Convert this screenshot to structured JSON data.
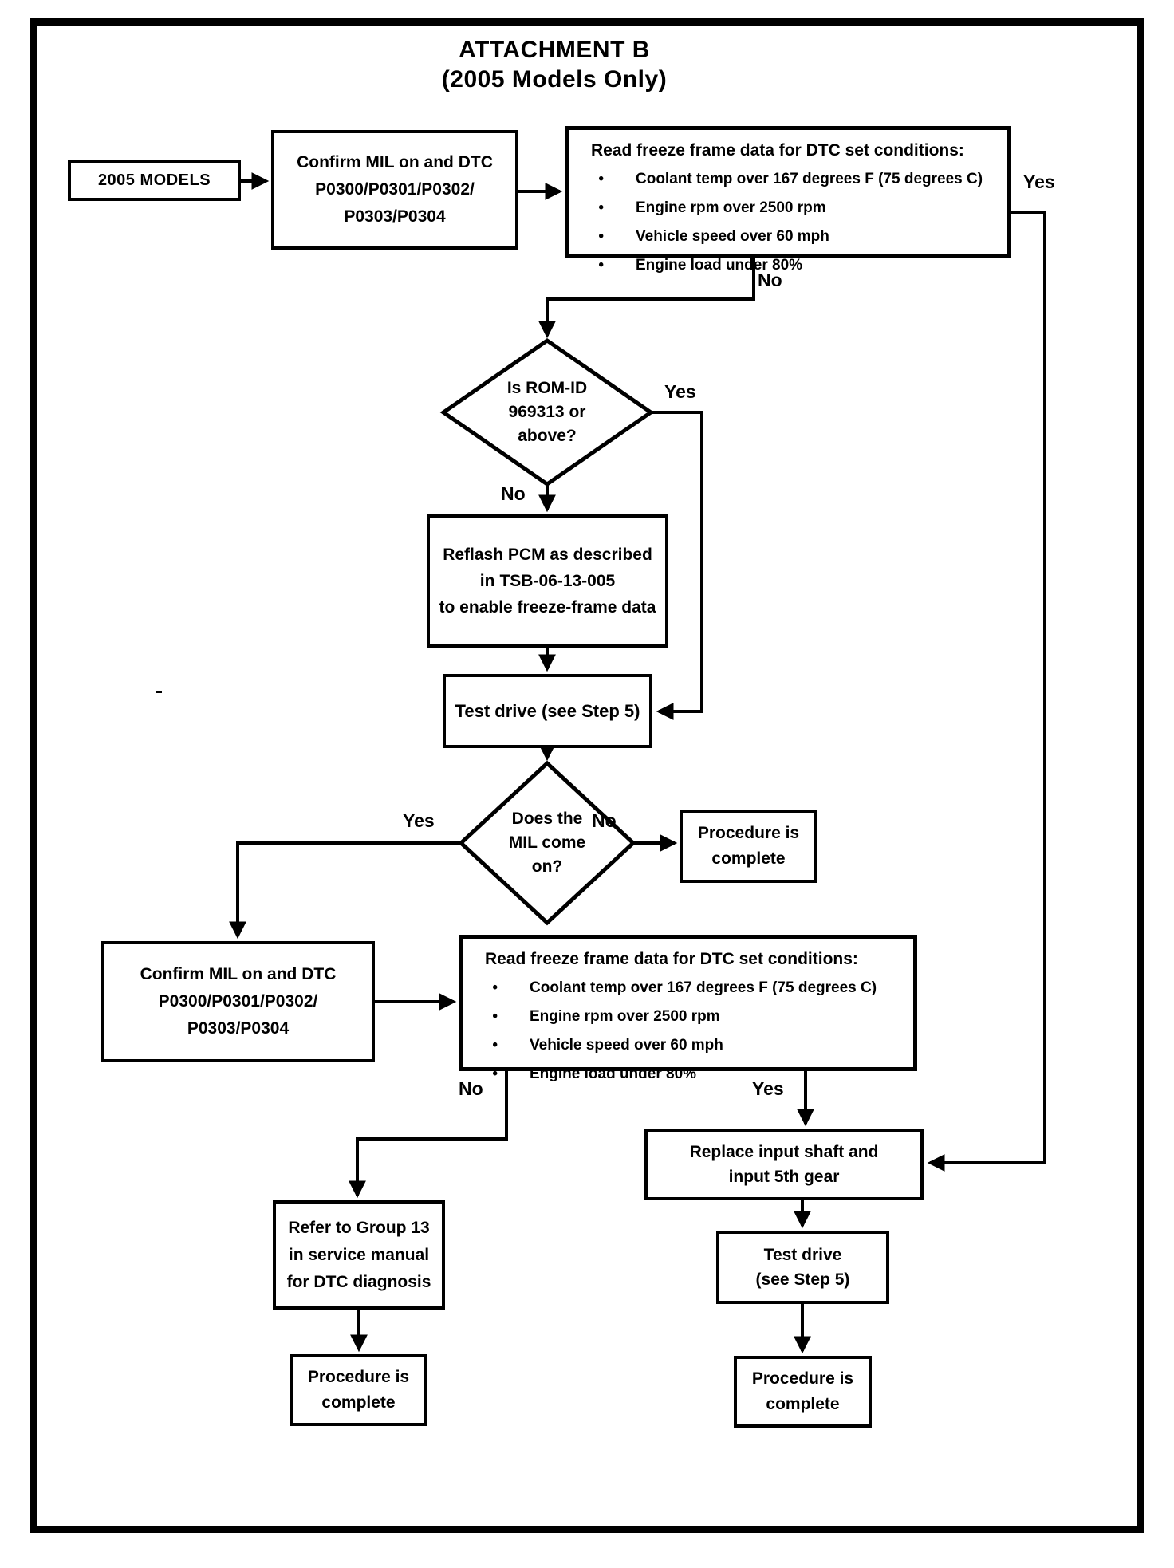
{
  "title": {
    "line1": "ATTACHMENT B",
    "line2": "(2005 Models Only)"
  },
  "glyphs": {
    "bullet": "•"
  },
  "colors": {
    "ink": "#000000",
    "paper": "#ffffff"
  },
  "nodes": {
    "start": {
      "label": "2005 MODELS"
    },
    "confirm1": {
      "line1": "Confirm MIL on and DTC",
      "line2": "P0300/P0301/P0302/",
      "line3": "P0303/P0304"
    },
    "freeze1": {
      "title": "Read freeze frame data for DTC set conditions:",
      "bullets": [
        "Coolant temp over 167 degrees F (75 degrees C)",
        "Engine rpm over 2500 rpm",
        "Vehicle speed over 60 mph",
        "Engine load under 80%"
      ]
    },
    "rom_id": {
      "line1": "Is ROM-ID",
      "line2": "969313 or",
      "line3": "above?"
    },
    "reflash": {
      "line1": "Reflash PCM as described",
      "line2_pre": "in",
      "line2_bold": "TSB-06-13-005",
      "line3": "to enable freeze-frame data"
    },
    "test_drive1": {
      "label": "Test drive (see Step 5)"
    },
    "mil": {
      "line1": "Does the",
      "line2": "MIL come",
      "line3": "on?"
    },
    "procedure1": {
      "line1": "Procedure is",
      "line2": "complete"
    },
    "confirm2": {
      "line1": "Confirm MIL on and DTC",
      "line2": "P0300/P0301/P0302/",
      "line3": "P0303/P0304"
    },
    "freeze2": {
      "title": "Read freeze frame data for DTC set conditions:",
      "bullets": [
        "Coolant temp over 167 degrees F (75 degrees C)",
        "Engine rpm over 2500 rpm",
        "Vehicle speed over 60 mph",
        "Engine load under 80%"
      ]
    },
    "replace": {
      "line1": "Replace input shaft and",
      "line2": "input 5th gear"
    },
    "refer": {
      "line1": "Refer to Group 13",
      "line2": "in service manual",
      "line3": "for DTC diagnosis"
    },
    "test_drive2": {
      "line1": "Test drive",
      "line2": "(see Step 5)"
    },
    "procedure2": {
      "line1": "Procedure is",
      "line2": "complete"
    },
    "procedure3": {
      "line1": "Procedure is",
      "line2": "complete"
    }
  },
  "edge_labels": {
    "freeze1_yes": "Yes",
    "freeze1_no": "No",
    "rom_id_yes": "Yes",
    "rom_id_no": "No",
    "mil_yes": "Yes",
    "mil_no": "No",
    "freeze2_no": "No",
    "freeze2_yes": "Yes"
  }
}
